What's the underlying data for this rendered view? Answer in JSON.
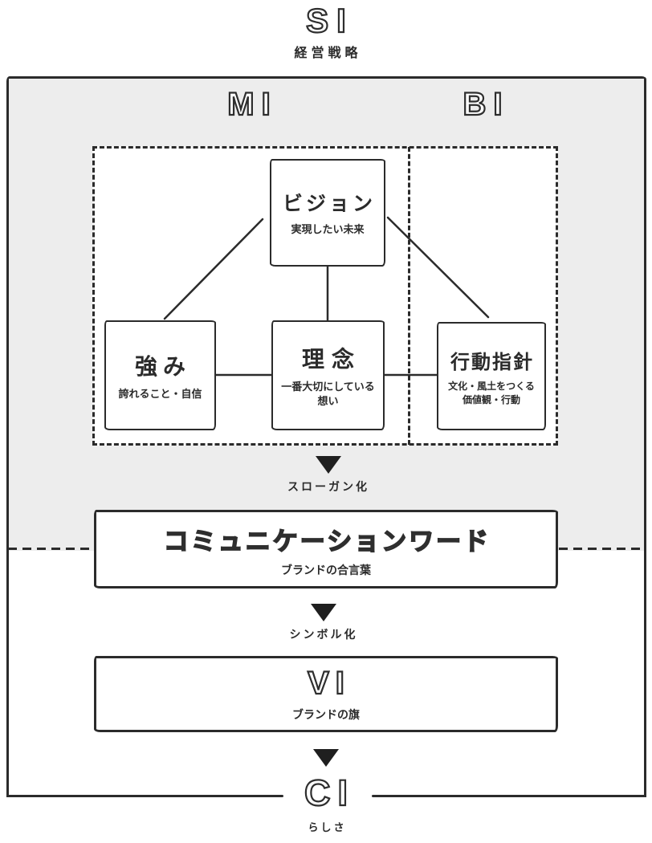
{
  "colors": {
    "line": "#2b2b2b",
    "shade": "#ededed",
    "background": "#ffffff",
    "arrow": "#1f1f1f"
  },
  "header": {
    "label": "SI",
    "subtitle": "経営戦略"
  },
  "zones": {
    "mi_label": "MI",
    "bi_label": "BI"
  },
  "boxes": {
    "vision": {
      "title": "ビジョン",
      "subtitle": "実現したい未来"
    },
    "strength": {
      "title": "強み",
      "subtitle": "誇れること・自信"
    },
    "philosophy": {
      "title": "理念",
      "subtitle": "一番大切にしている想い"
    },
    "guideline": {
      "title": "行動指針",
      "subtitle": "文化・風土をつくる価値観・行動"
    }
  },
  "flow": {
    "sloganize_label": "スローガン化",
    "communication": {
      "title": "コミュニケーションワード",
      "subtitle": "ブランドの合言葉"
    },
    "symbolize_label": "シンボル化",
    "vi": {
      "title": "VI",
      "subtitle": "ブランドの旗"
    }
  },
  "footer": {
    "label": "CI",
    "subtitle": "らしさ"
  }
}
